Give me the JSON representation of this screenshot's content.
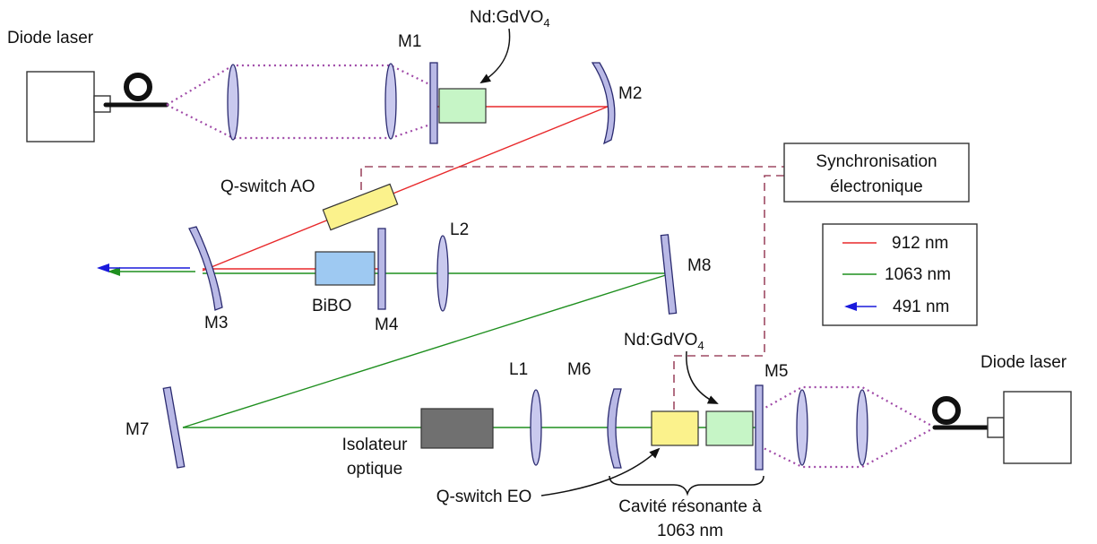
{
  "labels": {
    "diode_left": "Diode laser",
    "diode_right": "Diode laser",
    "m1": "M1",
    "m2": "M2",
    "m3": "M3",
    "m4": "M4",
    "m5": "M5",
    "m6": "M6",
    "m7": "M7",
    "m8": "M8",
    "l1": "L1",
    "l2": "L2",
    "crystal_top_main": "Nd:GdVO",
    "crystal_top_sub": "4",
    "crystal_bottom_main": "Nd:GdVO",
    "crystal_bottom_sub": "4",
    "qswitch_ao": "Q-switch AO",
    "qswitch_eo": "Q-switch EO",
    "bibo": "BiBO",
    "isolator_line1": "Isolateur",
    "isolator_line2": "optique",
    "sync_line1": "Synchronisation",
    "sync_line2": "électronique",
    "cavity_line1": "Cavité résonante à",
    "cavity_line2": "1063 nm"
  },
  "legend": {
    "items": [
      {
        "label": "912 nm",
        "color": "#e8292b"
      },
      {
        "label": "1063 nm",
        "color": "#1f8f1f"
      },
      {
        "label": "491 nm",
        "color": "#1a1adc"
      }
    ]
  },
  "colors": {
    "beam_912": "#e8292b",
    "beam_1063": "#1f8f1f",
    "beam_491": "#1a1adc",
    "pump": "#a04aa8",
    "sync_line": "#9e4a63",
    "crystal": "#c6f5c6",
    "qswitch": "#fbf28c",
    "bibo": "#9ec9f2",
    "isolator": "#707070"
  }
}
